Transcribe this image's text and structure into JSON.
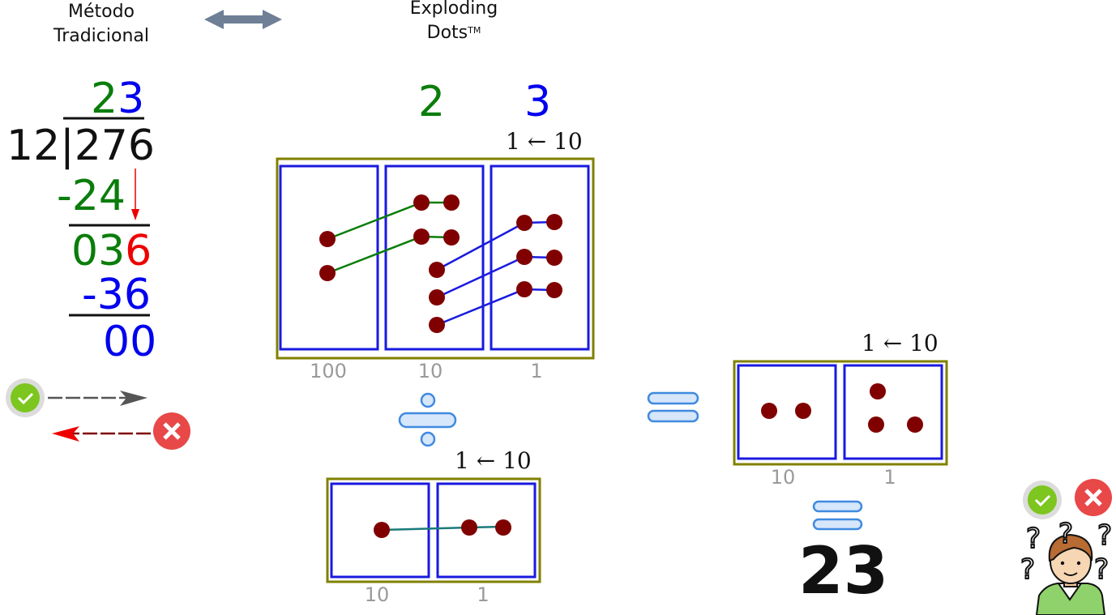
{
  "header": {
    "traditional_line1": "Método",
    "traditional_line2": "Tradicional",
    "dots_line1": "Exploding",
    "dots_line2": "Dots",
    "dots_tm": "TM"
  },
  "traditional": {
    "quotient_tens": "2",
    "quotient_ones": "3",
    "divisor": "12",
    "bar": "|",
    "dividend": "276",
    "sub1": "-24",
    "rem_prefix": "03",
    "rem_brought": "6",
    "sub2": "-36",
    "final": "00"
  },
  "dots_quotient": {
    "tens": "2",
    "ones": "3"
  },
  "exchange_rule": "1 ← 10",
  "dividend_box": {
    "labels": [
      "100",
      "10",
      "1"
    ],
    "dots": [
      2,
      7,
      6
    ]
  },
  "divisor_box": {
    "labels": [
      "10",
      "1"
    ],
    "dots": [
      1,
      2
    ]
  },
  "result_box": {
    "labels": [
      "10",
      "1"
    ],
    "dots": [
      2,
      3
    ]
  },
  "result_value": "23",
  "colors": {
    "green": "#0a7d0a",
    "blue": "#0000ee",
    "red": "#ee0000",
    "box_border": "#808000",
    "cell_border": "#1a1adf",
    "dot": "#800000",
    "label_gray": "#9a9a9a",
    "arrow_gray": "#6e7f96",
    "equals_fill": "#d6e6fb",
    "equals_stroke": "#3f8ae0"
  },
  "icons": [
    "double-arrow-icon",
    "check-icon",
    "cross-icon",
    "division-icon",
    "equals-icon",
    "confused-person-icon"
  ]
}
